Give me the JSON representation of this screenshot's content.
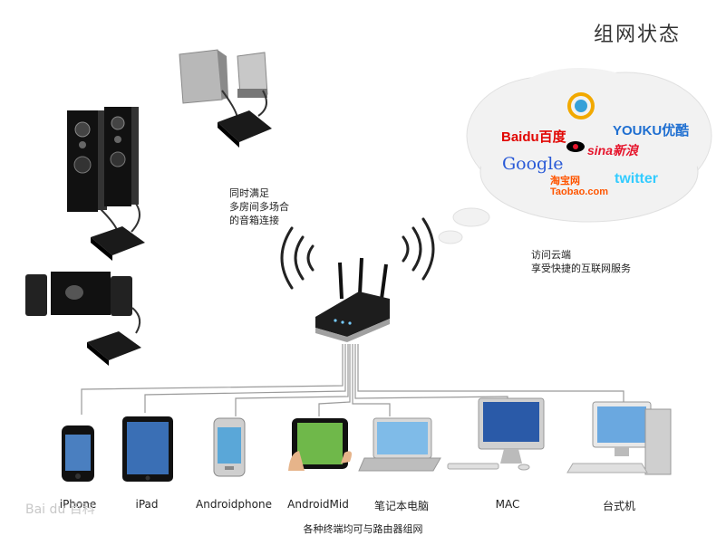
{
  "title": "组网状态",
  "left_note": [
    "同时满足",
    "多房间多场合",
    "的音箱连接"
  ],
  "right_note": [
    "访问云端",
    "享受快捷的互联网服务"
  ],
  "cloud_services": [
    "Baidu百度",
    "YOUKU优酷",
    "sina新浪",
    "Google",
    "淘宝网 Taobao.com",
    "twitter"
  ],
  "devices": [
    "iPhone",
    "iPad",
    "Androidphone",
    "AndroidMid",
    "笔记本电脑",
    "MAC",
    "台式机"
  ],
  "bottom_caption": "各种终端均可与路由器组网",
  "watermark": "Bai du 百科",
  "colors": {
    "baidu_blue": "#2932e1",
    "baidu_red": "#e10602",
    "youku_blue": "#1f6fd1",
    "youku_red": "#d3151a",
    "sina_red": "#e6162d",
    "taobao_orange": "#ff5500",
    "twitter_blue": "#33ccff"
  }
}
